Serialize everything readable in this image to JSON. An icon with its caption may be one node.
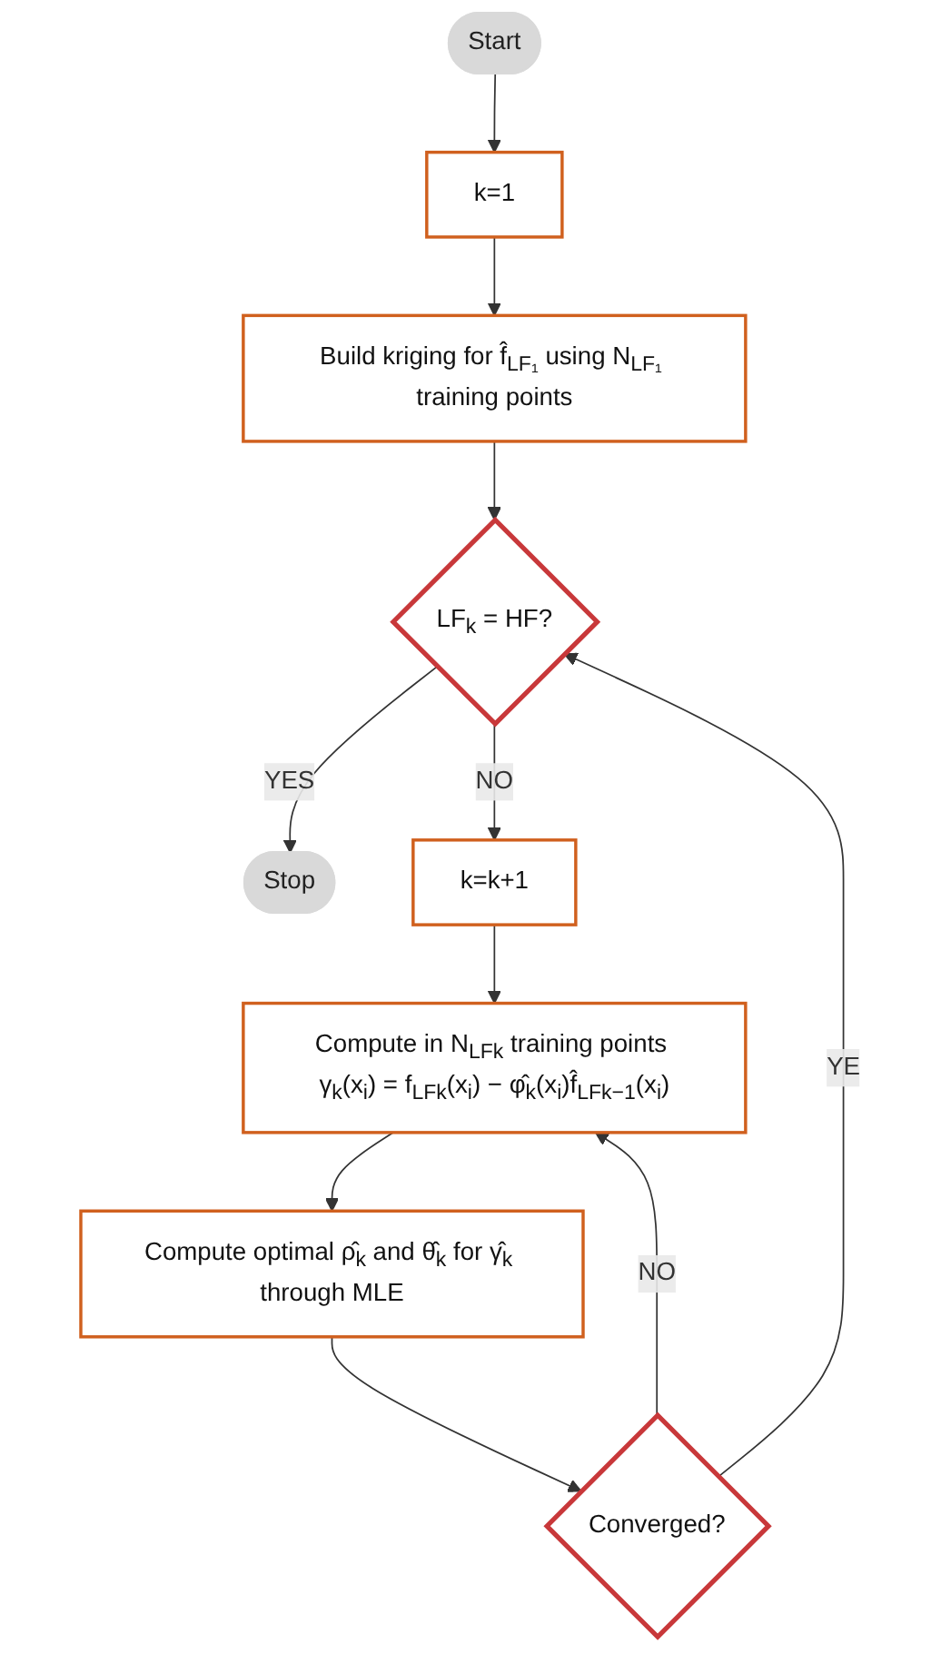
{
  "diagram": {
    "nodes": [
      {
        "text": [
          "Start"
        ]
      },
      {
        "text": [
          "k=1"
        ]
      },
      {
        "text": [
          "Build kriging for f̂$_{LF₁}$ using N$_{LF₁}$ training points"
        ]
      },
      {
        "text": [
          "Stop"
        ]
      },
      {
        "text": [
          "LF$_{k}$ = HF?"
        ]
      },
      {
        "text": [
          "k=k+1"
        ]
      },
      {
        "text": [
          "Compute in N$_{LFk}$ training points γ$_{k}$(x$_{i}$) = f$_{LFk}$(x$_{i}$) − φ̂$_{k}$(x$_{i}$)f̂$_{LFk−1}$(x$_{i}$)"
        ]
      },
      {
        "text": [
          "Compute optimal ρ̂$_{k}$ and θ̂$_{k}$ for γ̂$_{k}$ through MLE"
        ]
      },
      {
        "text": [
          "Converged?"
        ]
      }
    ],
    "edges": [
      {
        "from": 0,
        "to": 1,
        "arrow": "to"
      },
      {
        "from": 1,
        "to": 2,
        "arrow": "to"
      },
      {
        "from": 2,
        "to": 4,
        "arrow": "to"
      },
      {
        "from": 4,
        "to": 3,
        "arrow": "to",
        "label": "YES"
      },
      {
        "from": 4,
        "to": 5,
        "arrow": "to",
        "label": "NO"
      },
      {
        "from": 5,
        "to": 6,
        "arrow": "to"
      },
      {
        "from": 6,
        "to": 7,
        "arrow": "to"
      },
      {
        "from": 7,
        "to": 8,
        "arrow": "to"
      },
      {
        "from": 8,
        "to": 6,
        "arrow": "to",
        "label": "NO"
      },
      {
        "from": 8,
        "to": 4,
        "arrow": "to",
        "label": "YE"
      }
    ]
  }
}
